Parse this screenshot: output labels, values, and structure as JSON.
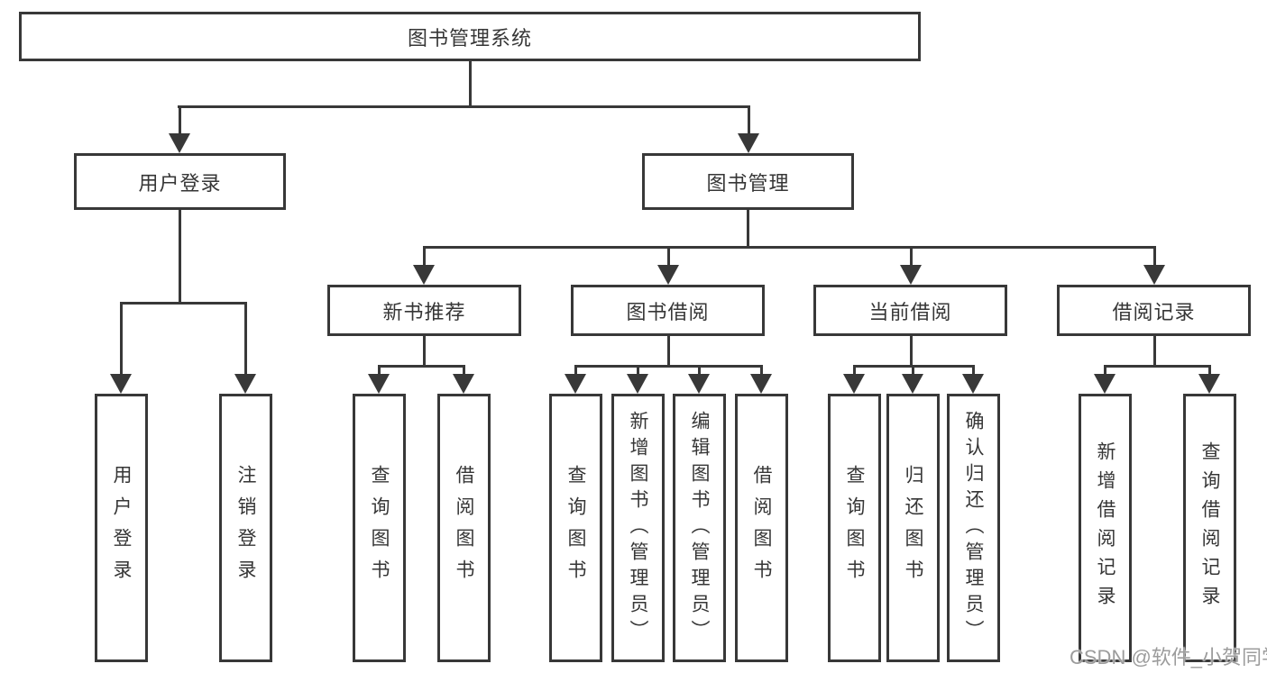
{
  "diagram": {
    "root_label": "图书管理系统",
    "login": {
      "label": "用户登录",
      "children": [
        {
          "label": "用户登录"
        },
        {
          "label": "注销登录"
        }
      ]
    },
    "mgmt": {
      "label": "图书管理",
      "sections": [
        {
          "label": "新书推荐",
          "children": [
            {
              "label": "查询图书"
            },
            {
              "label": "借阅图书"
            }
          ]
        },
        {
          "label": "图书借阅",
          "children": [
            {
              "label": "查询图书"
            },
            {
              "label": "新增图书（管理员）"
            },
            {
              "label": "编辑图书（管理员）"
            },
            {
              "label": "借阅图书"
            }
          ]
        },
        {
          "label": "当前借阅",
          "children": [
            {
              "label": "查询图书"
            },
            {
              "label": "归还图书"
            },
            {
              "label": "确认归还（管理员）"
            }
          ]
        },
        {
          "label": "借阅记录",
          "children": [
            {
              "label": "新增借阅记录"
            },
            {
              "label": "查询借阅记录"
            }
          ]
        }
      ]
    },
    "watermark": "CSDN @软件_小贺同学",
    "colors": {
      "line": "#383838",
      "text": "#363636",
      "watermark_text": "#9c9c9c",
      "background": "#ffffff"
    }
  }
}
